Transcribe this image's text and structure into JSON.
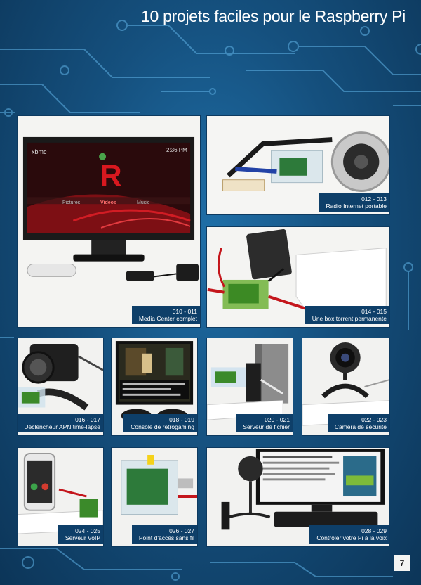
{
  "header": {
    "title": "10 projets faciles pour le Raspberry Pi"
  },
  "projects": [
    {
      "pages": "010 - 011",
      "name": "Media Center complet"
    },
    {
      "pages": "012 - 013",
      "name": "Radio Internet portable"
    },
    {
      "pages": "014 - 015",
      "name": "Une box torrent permanente"
    },
    {
      "pages": "016 - 017",
      "name": "Déclencheur APN time-lapse"
    },
    {
      "pages": "018 - 019",
      "name": "Console de retrogaming"
    },
    {
      "pages": "020 - 021",
      "name": "Serveur de fichier"
    },
    {
      "pages": "022 - 023",
      "name": "Caméra de sécurité"
    },
    {
      "pages": "024 - 025",
      "name": "Serveur VoIP"
    },
    {
      "pages": "026 - 027",
      "name": "Point d'accès sans fil"
    },
    {
      "pages": "028 - 029",
      "name": "Contrôler votre Pi à la voix"
    }
  ],
  "screen_text": {
    "tv_logo": "xbmc",
    "tv_clock": "2:36 PM",
    "tv_menu_pictures": "Pictures",
    "tv_menu_videos": "Videos",
    "tv_menu_music": "Music"
  },
  "footer": {
    "page_number": "7"
  },
  "colors": {
    "background": "#15507e",
    "label_bg": "#0e3f69",
    "accent_red": "#c4161c"
  }
}
